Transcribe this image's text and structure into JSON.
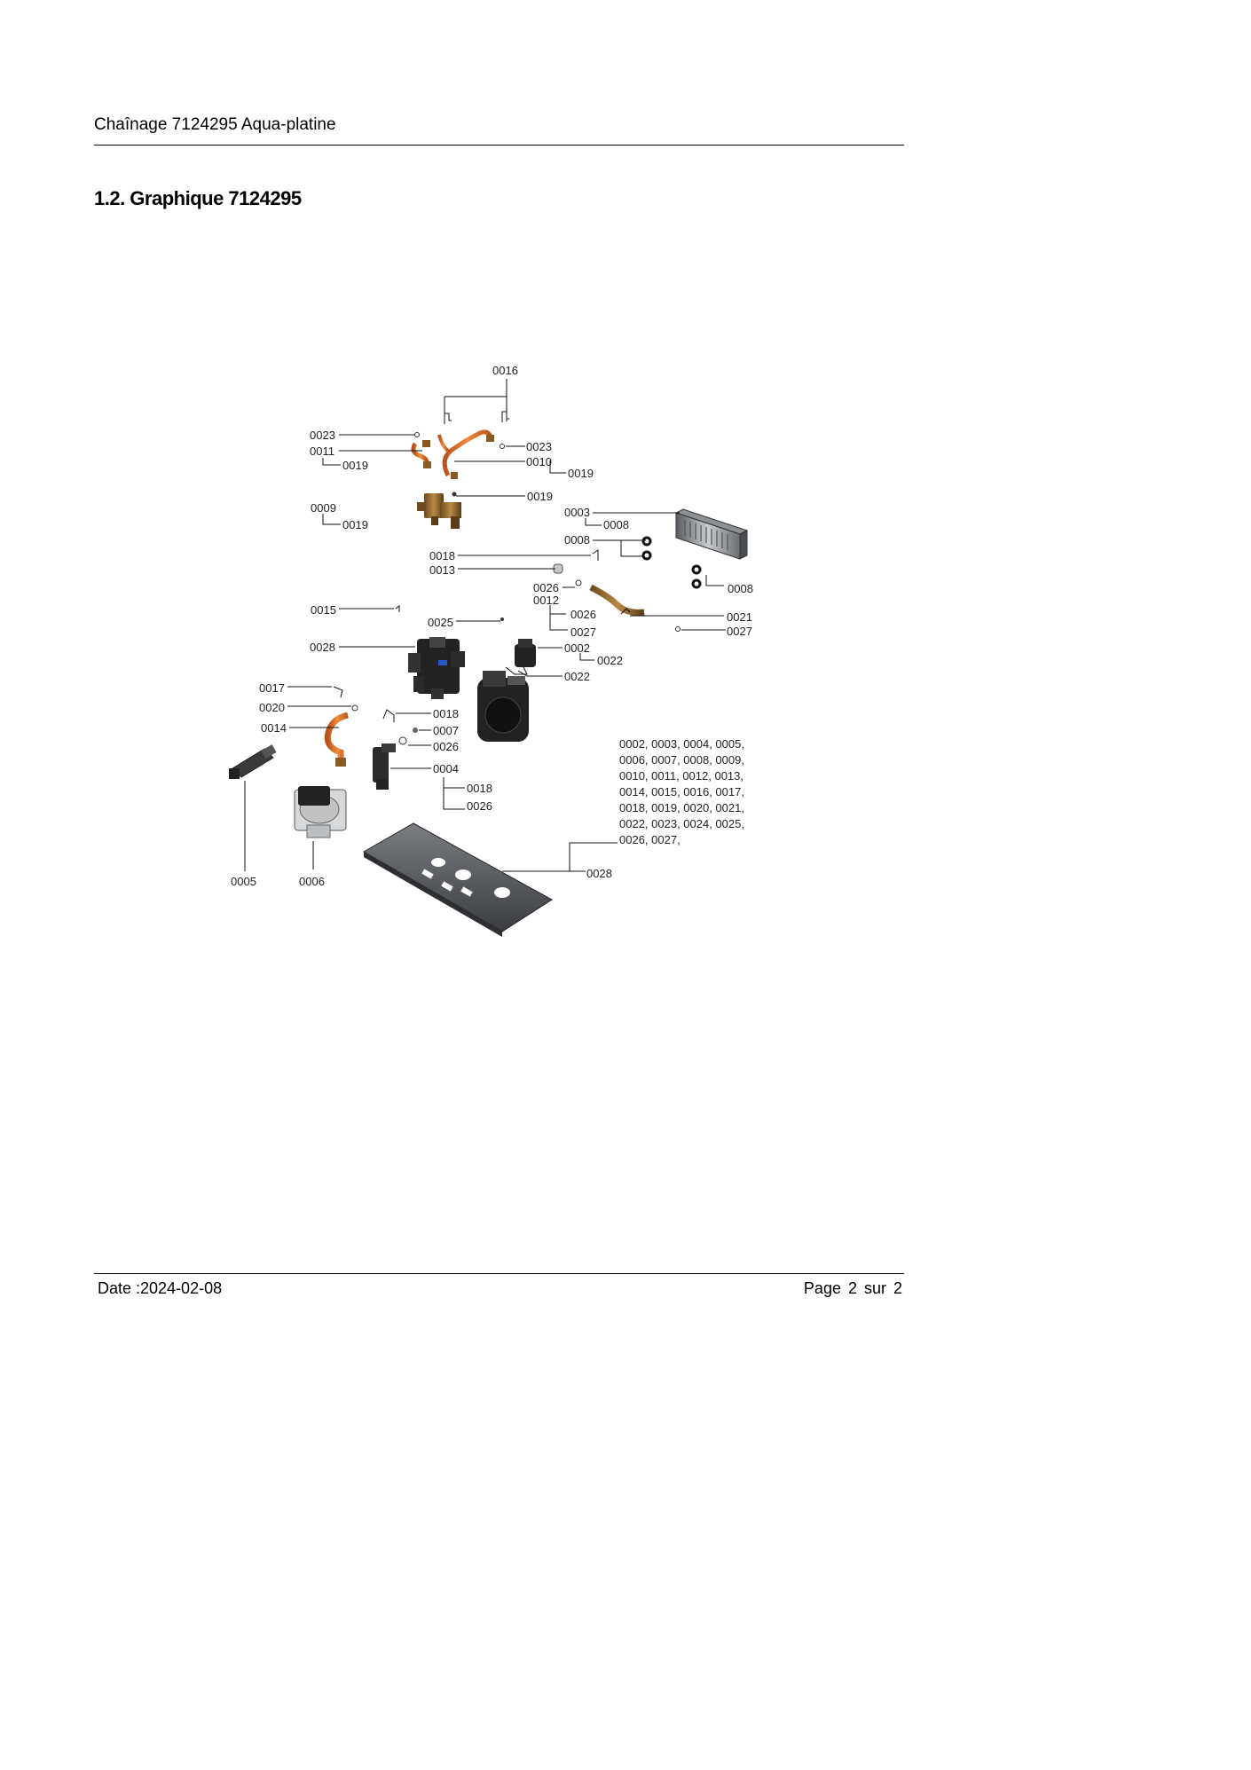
{
  "header": {
    "title": "Chaînage 7124295 Aqua-platine"
  },
  "section": {
    "title": "1.2. Graphique 7124295"
  },
  "diagram": {
    "labels": {
      "l0016": "0016",
      "l0023a": "0023",
      "l0011": "0011",
      "l0019a": "0019",
      "l0023b": "0023",
      "l0010": "0010",
      "l0019b": "0019",
      "l0019c": "0019",
      "l0009": "0009",
      "l0019d": "0019",
      "l0003": "0003",
      "l0008a": "0008",
      "l0008b": "0008",
      "l0018a": "0018",
      "l0013": "0013",
      "l0026a": "0026",
      "l0012": "0012",
      "l0008c": "0008",
      "l0015": "0015",
      "l0025": "0025",
      "l0026b": "0026",
      "l0027a": "0027",
      "l0021": "0021",
      "l0027b": "0027",
      "l0028a": "0028",
      "l0002": "0002",
      "l0022a": "0022",
      "l0022b": "0022",
      "l0017": "0017",
      "l0020": "0020",
      "l0018b": "0018",
      "l0014": "0014",
      "l0007": "0007",
      "l0026c": "0026",
      "l0004": "0004",
      "l0018c": "0018",
      "l0026d": "0026",
      "l0005": "0005",
      "l0006": "0006",
      "l0028b": "0028"
    },
    "parts_list": [
      "0002, 0003, 0004, 0005,",
      "0006, 0007, 0008, 0009,",
      "0010, 0011, 0012, 0013,",
      "0014, 0015, 0016, 0017,",
      "0018, 0019, 0020, 0021,",
      "0022, 0023, 0024, 0025,",
      "0026, 0027,"
    ]
  },
  "footer": {
    "date": "Date :2024-02-08",
    "page": "Page 2 sur 2"
  }
}
